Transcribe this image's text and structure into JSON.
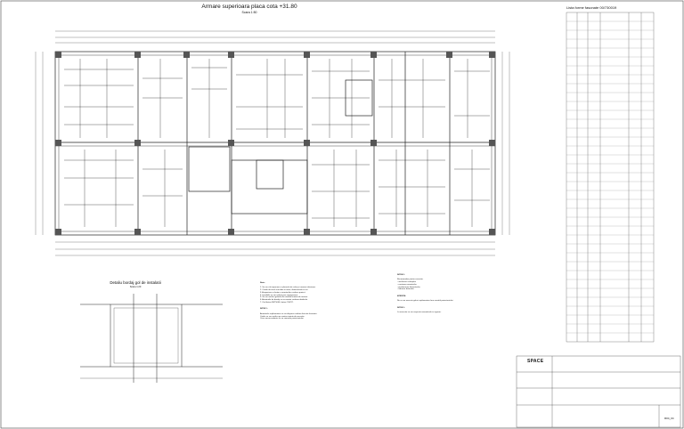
{
  "drawing": {
    "title": "Armare superioara placa cota +31.80",
    "scale": "Scara 1:50"
  },
  "schedule": {
    "title": "Lista forme fasonate 00/730019"
  },
  "detail": {
    "title": "Detaliu bordaj gol de instalatii",
    "scale": "Scara 1:20"
  },
  "notes": {
    "heading": "Note:",
    "body": "1. Se vor citi impreuna cu plansele de cofraj si armare inferioara.\n2. Cotele de nivel sunt date in metri, dimensiunile in cm.\n3. Acoperirea cu beton a armaturilor conform proiect.\n4. Innadirile se vor realiza prin suprapunere.\n5. Se vor verifica golurile de instalatii inainte de turnare.\n6. Armaturile de bordaj se vor monta conform detaliului.\n7. Otel beton BST500S, beton C30/37.",
    "heading2": "NOTA 1:",
    "body2": "Armaturile suplimentare se vor dispune conform listei de fasonare.\nCotele se vor verifica pe santier inainte de executie.\nOrice neconcordanta se va semnala proiectantului."
  },
  "notes_right": {
    "heading": "NOTA 2:",
    "body": "Recomandari pentru executie:\n- verificarea cofrajelor\n- curatarea armaturilor\n- pozitionarea distantierilor\n- vibrarea betonului",
    "heading2": "ATENTIE:",
    "body2": "Nu se vor executa goluri suplimentare fara acordul proiectantului.",
    "heading3": "NOTA 3:",
    "body3": "La executie se vor respecta normativele in vigoare."
  },
  "titleblock": {
    "logo": "SPACE",
    "sheet_no": "R04_04"
  }
}
